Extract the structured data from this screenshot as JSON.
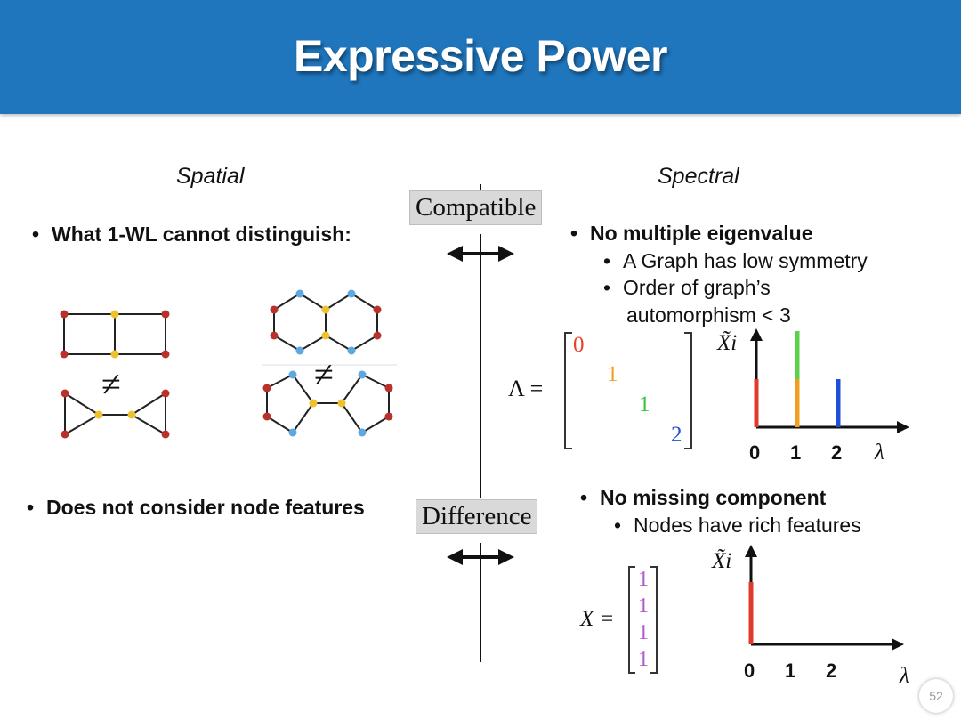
{
  "title": "Expressive Power",
  "left": {
    "heading": "Spatial",
    "bullet1": "What 1-WL cannot distinguish:",
    "bullet2": "Does not consider node features",
    "neq_symbol": "≠"
  },
  "middle": {
    "compatible_label": "Compatible",
    "difference_label": "Difference"
  },
  "right": {
    "heading": "Spectral",
    "bullet1": "No multiple eigenvalue",
    "sub1": "A Graph has low symmetry",
    "sub2_line1": "Order of graph’s",
    "sub2_line2": "automorphism < 3",
    "bullet2": "No missing component",
    "sub3": "Nodes have rich features"
  },
  "lambda_matrix": {
    "label": "Λ =",
    "diagonal": [
      "0",
      "1",
      "1",
      "2"
    ],
    "colors": [
      "#e8402a",
      "#f0a020",
      "#3cc23c",
      "#1f4fd6"
    ]
  },
  "x_matrix": {
    "label": "X =",
    "values": [
      "1",
      "1",
      "1",
      "1"
    ],
    "color": "#b05cc8"
  },
  "chart_data": [
    {
      "type": "bar",
      "ylabel": "X̃i",
      "xlabel": "λ",
      "categories": [
        "0",
        "1",
        "2"
      ],
      "series": [
        {
          "values": [
            1,
            1,
            1
          ],
          "colors": [
            "#e03a2a",
            "#f0a020",
            "#1f4fd6"
          ]
        },
        {
          "values": [
            0,
            1,
            0
          ],
          "colors": [
            null,
            "#5cd04a",
            null
          ]
        }
      ]
    },
    {
      "type": "bar",
      "ylabel": "X̃i",
      "xlabel": "λ",
      "categories": [
        "0",
        "1",
        "2"
      ],
      "series": [
        {
          "values": [
            1,
            0,
            0
          ],
          "colors": [
            "#e03a2a",
            null,
            null
          ]
        }
      ]
    }
  ],
  "page_number": "52",
  "colors": {
    "header": "#1f76bd",
    "node_red": "#b8322b",
    "node_yellow": "#efc12c",
    "node_blue": "#5ea8e0"
  }
}
